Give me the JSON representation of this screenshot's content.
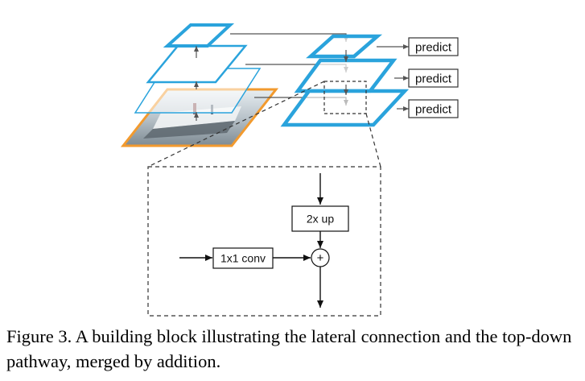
{
  "figure": {
    "predict_labels": [
      "predict",
      "predict",
      "predict"
    ],
    "detail": {
      "upsample_label": "2x up",
      "conv_label": "1x1 conv",
      "add_symbol": "+"
    },
    "colors": {
      "pyramid_stroke": "#2aa3dc",
      "image_frame": "#f29a2e",
      "arrow": "#555555",
      "dashed": "#333333"
    },
    "image_description_icon": "boat-photo-thumbnail"
  },
  "caption": {
    "text": "Figure 3. A building block illustrating the lateral connection and the top-down pathway, merged by addition."
  }
}
